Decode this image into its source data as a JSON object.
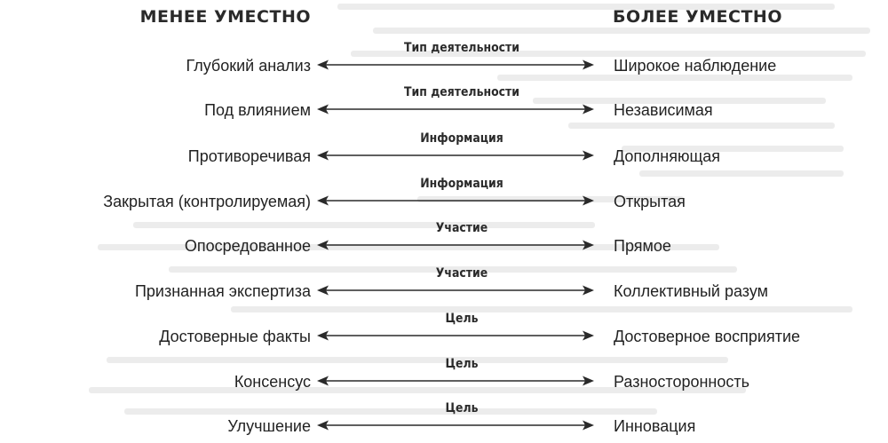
{
  "headers": {
    "left": "МЕНЕЕ УМЕСТНО",
    "right": "БОЛЕЕ УМЕСТНО"
  },
  "rows": [
    {
      "category": "Тип деятельности",
      "left": "Глубокий анализ",
      "right": "Широкое наблюдение"
    },
    {
      "category": "Тип деятельности",
      "left": "Под влиянием",
      "right": "Независимая"
    },
    {
      "category": "Информация",
      "left": "Противоречивая",
      "right": "Дополняющая"
    },
    {
      "category": "Информация",
      "left": "Закрытая (контролируемая)",
      "right": "Открытая"
    },
    {
      "category": "Участие",
      "left": "Опосредованное",
      "right": "Прямое"
    },
    {
      "category": "Участие",
      "left": "Признанная экспертиза",
      "right": "Коллективный разум"
    },
    {
      "category": "Цель",
      "left": "Достоверные факты",
      "right": "Достоверное восприятие"
    },
    {
      "category": "Цель",
      "left": "Консенсус",
      "right": "Разносторонность"
    },
    {
      "category": "Цель",
      "left": "Улучшение",
      "right": "Инновация"
    }
  ]
}
